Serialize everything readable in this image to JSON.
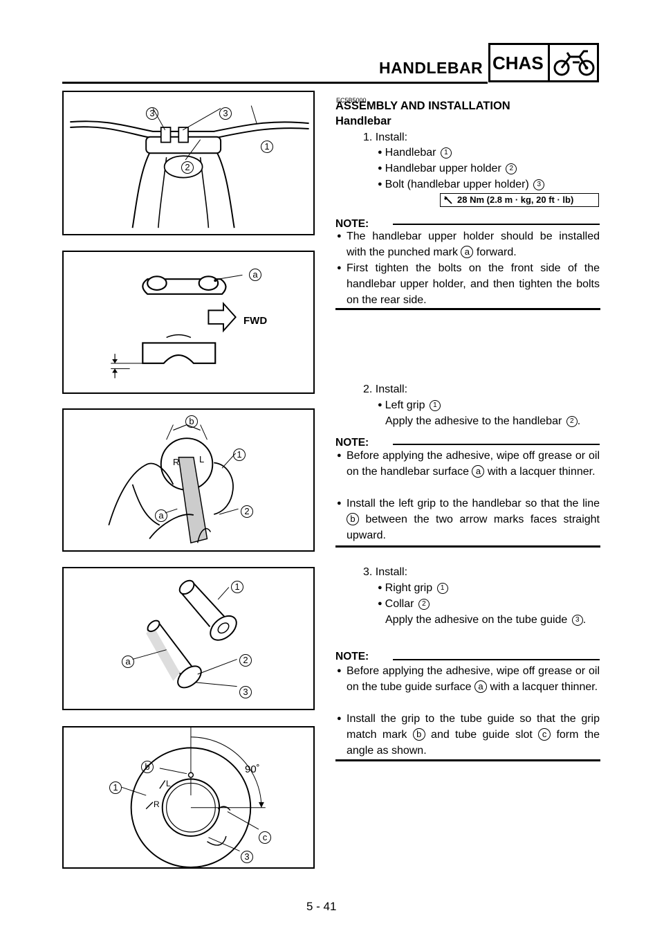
{
  "header": {
    "title": "HANDLEBAR",
    "section": "CHAS"
  },
  "section": {
    "code": "EC5B5000",
    "title": "ASSEMBLY AND INSTALLATION",
    "subtitle": "Handlebar"
  },
  "steps": [
    {
      "label": "1. Install:",
      "items": [
        {
          "text": "Handlebar",
          "ref": "1"
        },
        {
          "text": "Handlebar upper holder",
          "ref": "2"
        },
        {
          "text": "Bolt (handlebar upper holder)",
          "ref": "3"
        }
      ],
      "torque": "28 Nm (2.8 m · kg, 20 ft · lb)",
      "note_label": "NOTE:",
      "notes": [
        {
          "pre": "The handlebar upper holder should be installed with the punched mark ",
          "ref": "a",
          "post": " forward."
        },
        {
          "pre": "First tighten the bolts on the front side of the handlebar upper holder, and then tighten the bolts on the rear side.",
          "ref": "",
          "post": ""
        }
      ]
    },
    {
      "label": "2. Install:",
      "items": [
        {
          "text": "Left grip",
          "ref": "1"
        }
      ],
      "instruction": {
        "pre": "Apply the adhesive to the handlebar ",
        "ref": "2",
        "post": "."
      },
      "note_label": "NOTE:",
      "notes": [
        {
          "pre": "Before applying the adhesive, wipe off grease or oil on the handlebar surface ",
          "ref": "a",
          "post": " with a lacquer thinner."
        },
        {
          "pre": "Install the left grip to the handlebar so that the line ",
          "ref": "b",
          "post": " between the two arrow marks faces straight upward."
        }
      ]
    },
    {
      "label": "3. Install:",
      "items": [
        {
          "text": "Right grip",
          "ref": "1"
        },
        {
          "text": "Collar",
          "ref": "2"
        }
      ],
      "instruction": {
        "pre": "Apply the adhesive on the tube guide ",
        "ref": "3",
        "post": "."
      },
      "note_label": "NOTE:",
      "notes": [
        {
          "pre": "Before applying the adhesive, wipe off grease or oil on the tube guide surface ",
          "ref": "a",
          "post": " with a lacquer thinner."
        },
        {
          "pre": "Install the grip to the tube guide so that the grip match mark ",
          "ref": "b",
          "post": " and tube guide slot ",
          "ref2": "c",
          "post2": " form the angle as shown."
        }
      ]
    }
  ],
  "figures": {
    "fig1_labels": [
      "3",
      "3",
      "1",
      "2"
    ],
    "fig2_labels": {
      "mark": "a",
      "arrow": "FWD"
    },
    "fig3_labels": {
      "line": "b",
      "grip": "1",
      "surface": "a",
      "bar": "2",
      "right_mark": "R",
      "left_mark": "L"
    },
    "fig4_labels": {
      "grip": "1",
      "surface": "a",
      "collar": "2",
      "guide": "3"
    },
    "fig5_labels": {
      "mark": "b",
      "grip": "1",
      "angle": "90˚",
      "slot": "c",
      "guide": "3",
      "left_mark": "L",
      "right_mark": "R"
    }
  },
  "footer": {
    "page_number": "5 - 41"
  },
  "icons": [
    "motorcycle-icon",
    "torque-wrench-icon"
  ]
}
